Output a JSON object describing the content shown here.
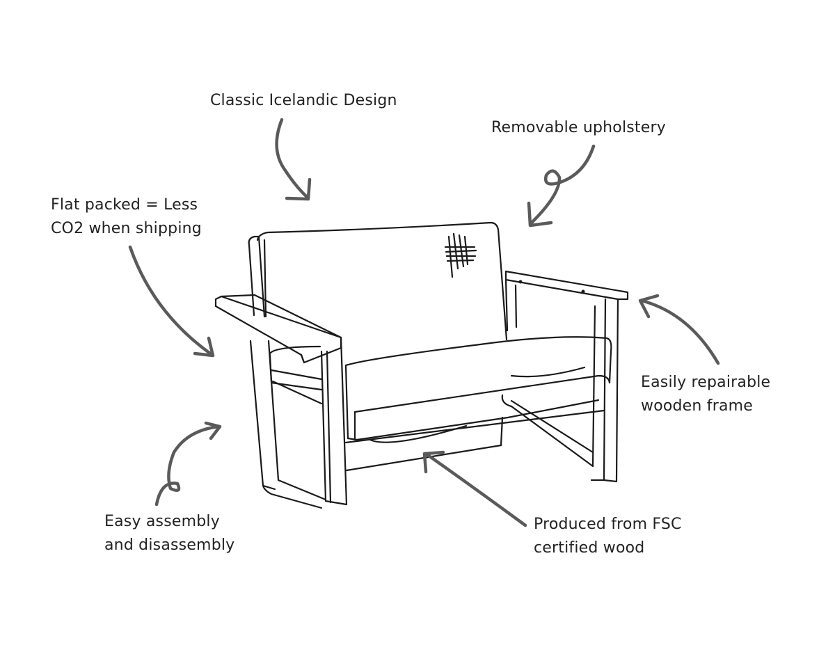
{
  "callouts": {
    "design": {
      "lines": [
        "Classic Icelandic Design"
      ]
    },
    "upholstery": {
      "lines": [
        "Removable upholstery"
      ]
    },
    "flat_packed": {
      "lines": [
        "Flat packed = Less",
        "CO2 when shipping"
      ]
    },
    "repairable": {
      "lines": [
        "Easily repairable",
        "wooden frame"
      ]
    },
    "assembly": {
      "lines": [
        "Easy assembly",
        "and disassembly"
      ]
    },
    "fsc": {
      "lines": [
        "Produced from FSC",
        "certified wood"
      ]
    }
  },
  "colors": {
    "text": "#222222",
    "arrow": "#5a5a5a",
    "line": "#1a1a1a"
  }
}
